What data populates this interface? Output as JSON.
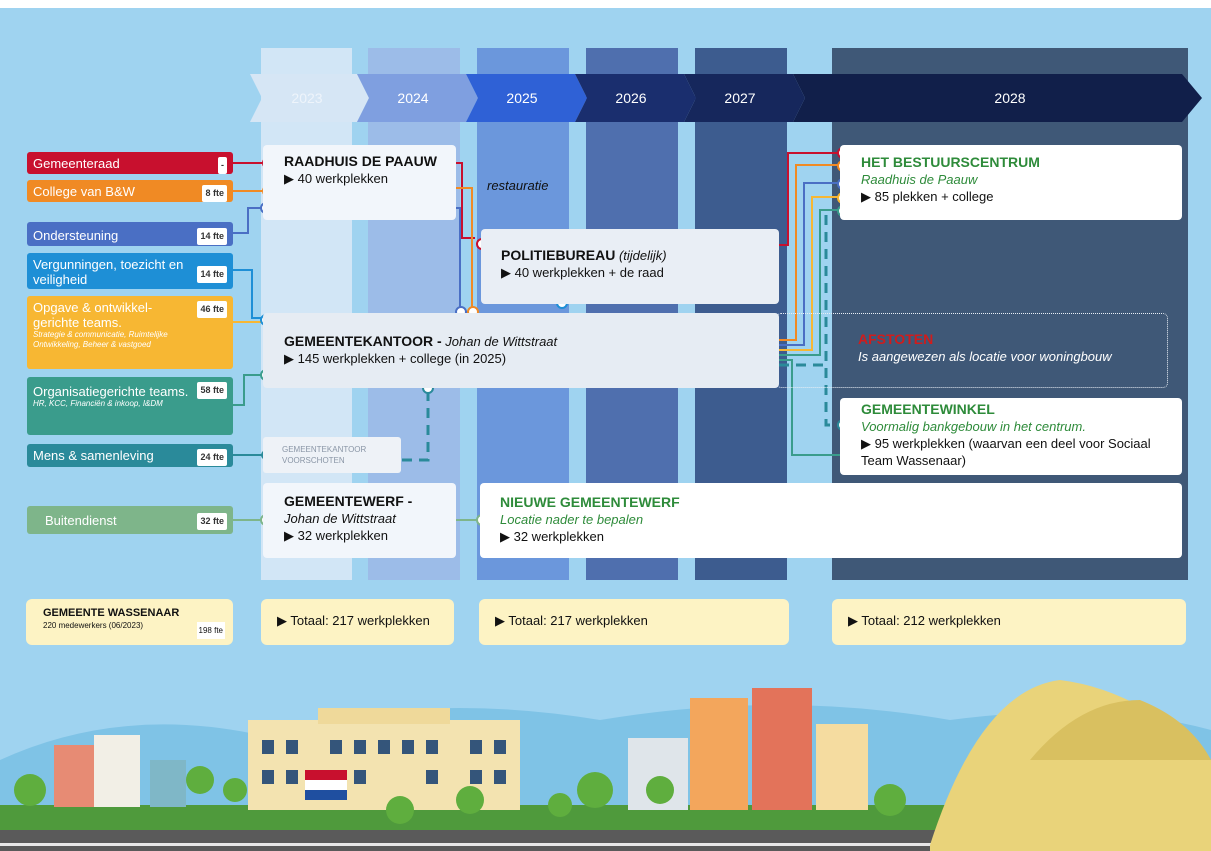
{
  "years": [
    "2023",
    "2024",
    "2025",
    "2026",
    "2027",
    "2028"
  ],
  "departments": [
    {
      "name": "Gemeenteraad",
      "fte": "-",
      "color": "#c8102e"
    },
    {
      "name": "College van B&W",
      "fte": "8 fte",
      "color": "#f08a24"
    },
    {
      "name": "Ondersteuning",
      "fte": "14 fte",
      "color": "#4a6fc4"
    },
    {
      "name": "Vergunningen, toezicht en veiligheid",
      "fte": "14 fte",
      "color": "#1e8fd6"
    },
    {
      "name": "Opgave & ontwikkel-gerichte teams.",
      "sub": "Strategie & communicatie, Ruimtelijke Ontwikkeling, Beheer & vastgoed",
      "fte": "46 fte",
      "color": "#f7b733"
    },
    {
      "name": "Organisatiegerichte teams.",
      "sub": "HR, KCC, Financiën & inkoop, I&DM",
      "fte": "58 fte",
      "color": "#3a9c8c"
    },
    {
      "name": "Mens & samenleving",
      "fte": "24 fte",
      "color": "#2a8a9a"
    },
    {
      "name": "Buitendienst",
      "fte": "32 fte",
      "color": "#7eb58a"
    }
  ],
  "locations": {
    "raadhuis": {
      "title": "RAADHUIS DE PAAUW",
      "line": "▶ 40 werkplekken"
    },
    "restauratie": "restauratie",
    "politiebureau": {
      "title": "POLITIEBUREAU",
      "title_note": "(tijdelijk)",
      "line": "▶ 40 werkplekken + de raad"
    },
    "gemeentekantoor": {
      "title": "GEMEENTEKANTOOR -",
      "title_note": "Johan de Wittstraat",
      "line": "▶ 145 werkplekken + college (in 2025)"
    },
    "voorschoten": "GEMEENTEKANTOOR VOORSCHOTEN",
    "gemeentewerf": {
      "title": "GEMEENTEWERF -",
      "sub": "Johan de Wittstraat",
      "line": "▶ 32 werkplekken"
    },
    "nieuwe_werf": {
      "title": "NIEUWE GEMEENTEWERF",
      "sub": "Locatie nader te bepalen",
      "line": "▶ 32 werkplekken"
    },
    "bestuurscentrum": {
      "title": "HET BESTUURSCENTRUM",
      "sub": "Raadhuis de Paauw",
      "line": "▶ 85 plekken + college"
    },
    "afstoten": {
      "title": "AFSTOTEN",
      "line": "Is aangewezen als locatie voor woningbouw"
    },
    "gemeentewinkel": {
      "title": "GEMEENTEWINKEL",
      "sub": "Voormalig bankgebouw in het centrum.",
      "line": "▶ 95 werkplekken (waarvan een deel voor Sociaal Team Wassenaar)"
    }
  },
  "summary": {
    "title": "GEMEENTE WASSENAAR",
    "line": "220 medewerkers (06/2023)",
    "fte": "198 fte"
  },
  "totals": [
    "▶ Totaal: 217 werkplekken",
    "▶ Totaal: 217 werkplekken",
    "▶ Totaal: 212 werkplekken"
  ]
}
